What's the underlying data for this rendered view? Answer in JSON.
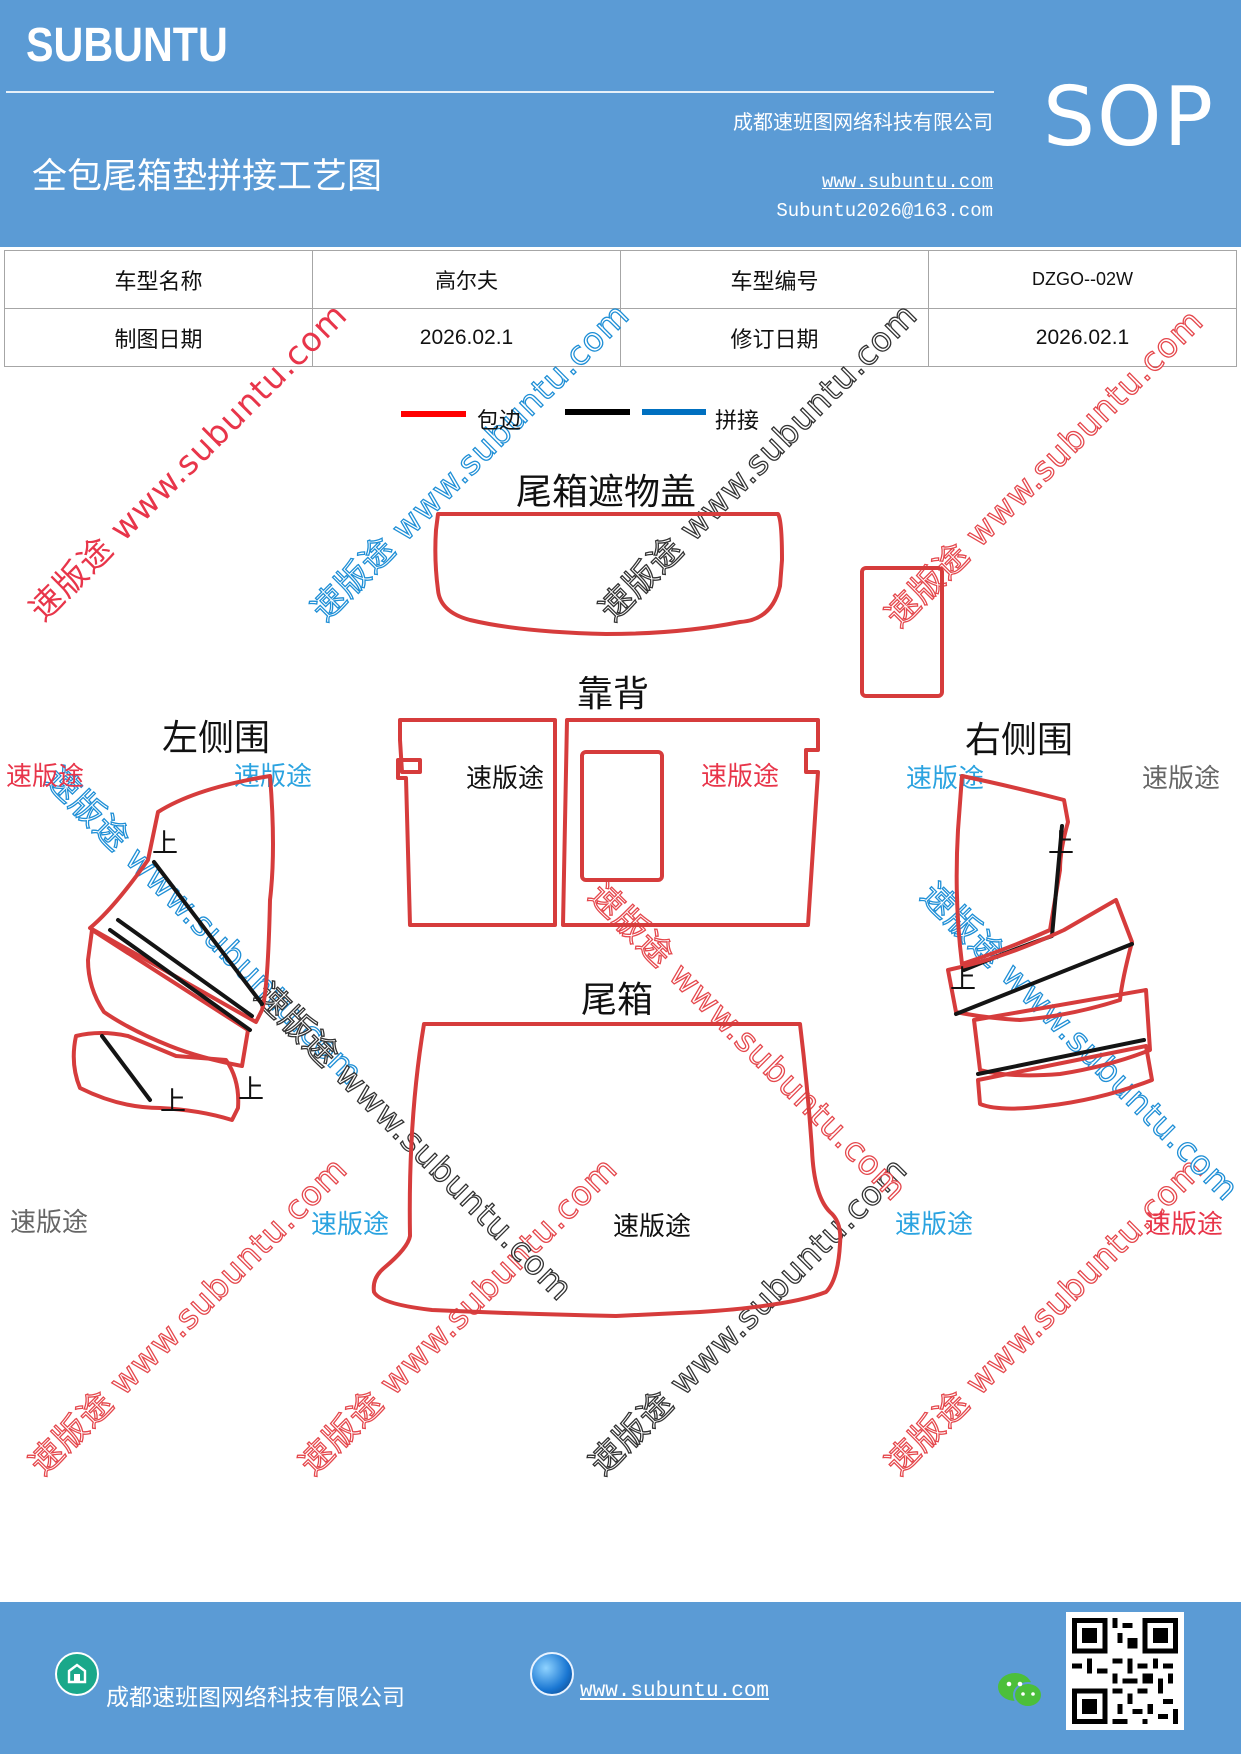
{
  "header": {
    "brand": "SUBUNTU",
    "company": "成都速班图网络科技有限公司",
    "title": "全包尾箱垫拼接工艺图",
    "website": "www.subuntu.com",
    "email": "Subuntu2026@163.com",
    "badge": "SOP",
    "background_color": "#5b9bd5"
  },
  "info_table": {
    "model_name_label": "车型名称",
    "model_name_value": "高尔夫",
    "model_code_label": "车型编号",
    "model_code_value": "DZGO--02W",
    "draw_date_label": "制图日期",
    "draw_date_value": "2026.02.1",
    "revise_date_label": "修订日期",
    "revise_date_value": "2026.02.1"
  },
  "legend": {
    "items": [
      {
        "color": "#ff0000",
        "label": "包边"
      },
      {
        "color": "#000000",
        "label": ""
      },
      {
        "color": "#0070c0",
        "label": "拼接"
      }
    ]
  },
  "pieces": {
    "cover": "尾箱遮物盖",
    "backrest": "靠背",
    "left_side": "左侧围",
    "right_side": "右侧围",
    "trunk": "尾箱",
    "up_mark": "上",
    "outline_color": "#d63c3c"
  },
  "watermarks": {
    "brand_cn": "速版途",
    "diagonal_text": "速版途 www.subuntu.com",
    "diagonal_text_reverse": "速版途 www.subuntu.com",
    "colors": {
      "red": "#e8354a",
      "blue": "#2ba3e0",
      "gray": "#666666"
    }
  },
  "footer": {
    "company": "成都速班图网络科技有限公司",
    "website": "www.subuntu.com",
    "company_icon": "home-badge-icon",
    "website_icon": "globe-icon",
    "contact_icon": "wechat-icon"
  }
}
